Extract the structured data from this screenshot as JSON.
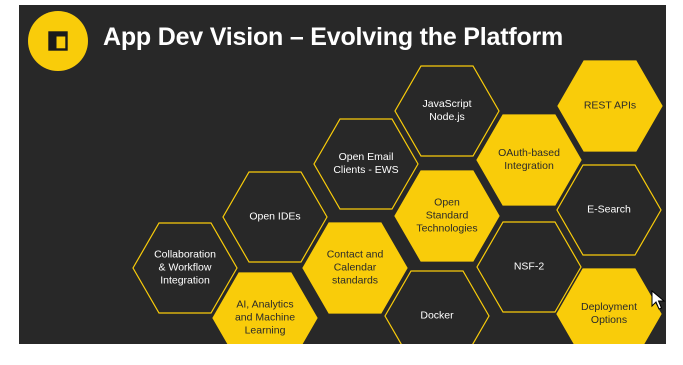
{
  "slide": {
    "title": "App Dev Vision – Evolving the Platform",
    "logo_icon": "window-layout-icon",
    "colors": {
      "background": "#282828",
      "accent": "#f9cc0a",
      "hex_outline": "#f9cc0a",
      "dark_text": "#ffffff",
      "yellow_text": "#2a2a2a"
    }
  },
  "hexagons": [
    {
      "id": "javascript-nodejs",
      "label": "JavaScript\nNode.js",
      "style": "dark"
    },
    {
      "id": "rest-apis",
      "label": "REST APIs",
      "style": "yellow"
    },
    {
      "id": "open-email-clients",
      "label": "Open Email\nClients - EWS",
      "style": "dark"
    },
    {
      "id": "oauth-integration",
      "label": "OAuth-based\nIntegration",
      "style": "yellow"
    },
    {
      "id": "open-ides",
      "label": "Open IDEs",
      "style": "dark"
    },
    {
      "id": "open-standard-tech",
      "label": "Open\nStandard\nTechnologies",
      "style": "yellow"
    },
    {
      "id": "e-search",
      "label": "E-Search",
      "style": "dark"
    },
    {
      "id": "collaboration-workflow",
      "label": "Collaboration\n& Workflow\nIntegration",
      "style": "dark"
    },
    {
      "id": "contact-calendar",
      "label": "Contact and\nCalendar\nstandards",
      "style": "yellow"
    },
    {
      "id": "nsf-2",
      "label": "NSF-2",
      "style": "dark"
    },
    {
      "id": "ai-analytics-ml",
      "label": "AI, Analytics\nand Machine\nLearning",
      "style": "yellow"
    },
    {
      "id": "docker",
      "label": "Docker",
      "style": "dark"
    },
    {
      "id": "deployment-options",
      "label": "Deployment\nOptions",
      "style": "yellow"
    }
  ],
  "pointer_icon": "move-cursor-icon"
}
